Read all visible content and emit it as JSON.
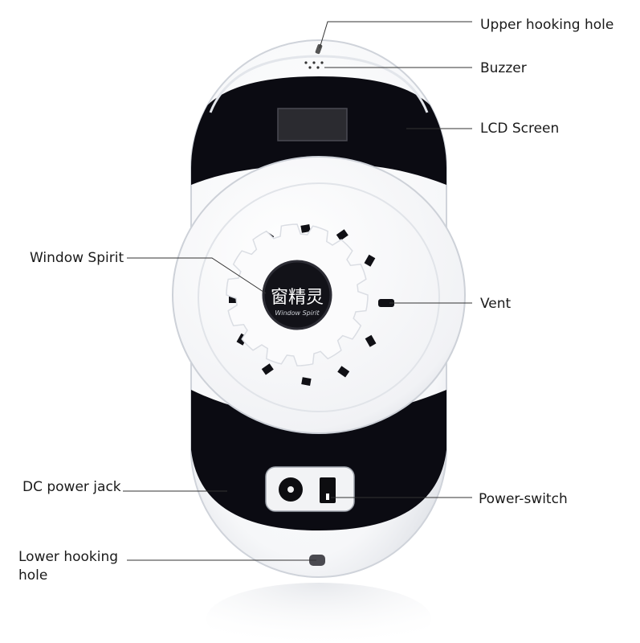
{
  "product": {
    "logo_text": "窗精灵",
    "logo_subtext": "Window Spirit"
  },
  "callouts": {
    "upper_hooking_hole": "Upper hooking hole",
    "buzzer": "Buzzer",
    "lcd_screen": "LCD Screen",
    "window_spirit": "Window Spirit",
    "vent": "Vent",
    "dc_power_jack": "DC power jack",
    "power_switch": "Power-switch",
    "lower_hooking_hole": "Lower hooking hole"
  },
  "colors": {
    "body": "#ffffff",
    "band": "#0b0b12",
    "shade": "#d7dbe2",
    "lcd": "#2b2b30",
    "line": "#333333"
  }
}
